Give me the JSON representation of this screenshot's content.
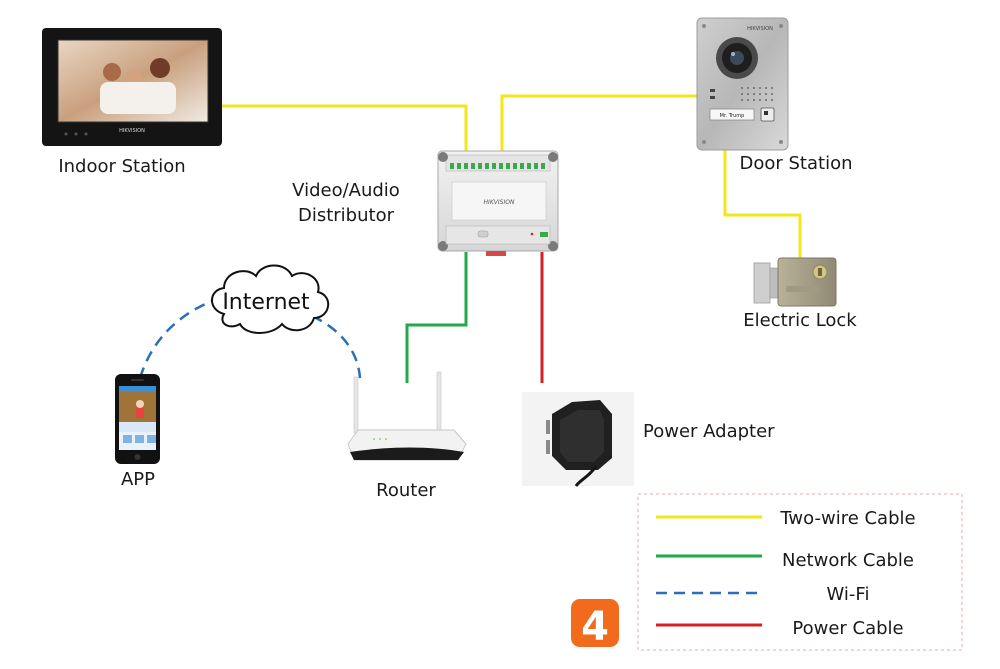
{
  "devices": {
    "indoor_station": {
      "label": "Indoor Station",
      "brand": "HIKVISION"
    },
    "door_station": {
      "label": "Door Station",
      "brand": "HIKVISION",
      "nameplate": "Mr. Trump"
    },
    "distributor": {
      "label_line1": "Video/Audio",
      "label_line2": "Distributor",
      "brand": "HIKVISION"
    },
    "electric_lock": {
      "label": "Electric Lock"
    },
    "router": {
      "label": "Router"
    },
    "power_adapter": {
      "label": "Power Adapter"
    },
    "app": {
      "label": "APP"
    },
    "cloud": {
      "label": "Internet"
    }
  },
  "legend": {
    "items": [
      {
        "label": "Two-wire Cable",
        "color": "#f5e61a",
        "style": "solid"
      },
      {
        "label": "Network Cable",
        "color": "#23a94a",
        "style": "solid"
      },
      {
        "label": "Wi-Fi",
        "color": "#2a6fb8",
        "style": "dashed"
      },
      {
        "label": "Power Cable",
        "color": "#d42020",
        "style": "solid"
      }
    ]
  },
  "badge": {
    "text": "4",
    "color": "#f26b1d"
  },
  "colors": {
    "two_wire": "#f5e61a",
    "network": "#23a94a",
    "wifi": "#2a6fb8",
    "power": "#d42020"
  }
}
